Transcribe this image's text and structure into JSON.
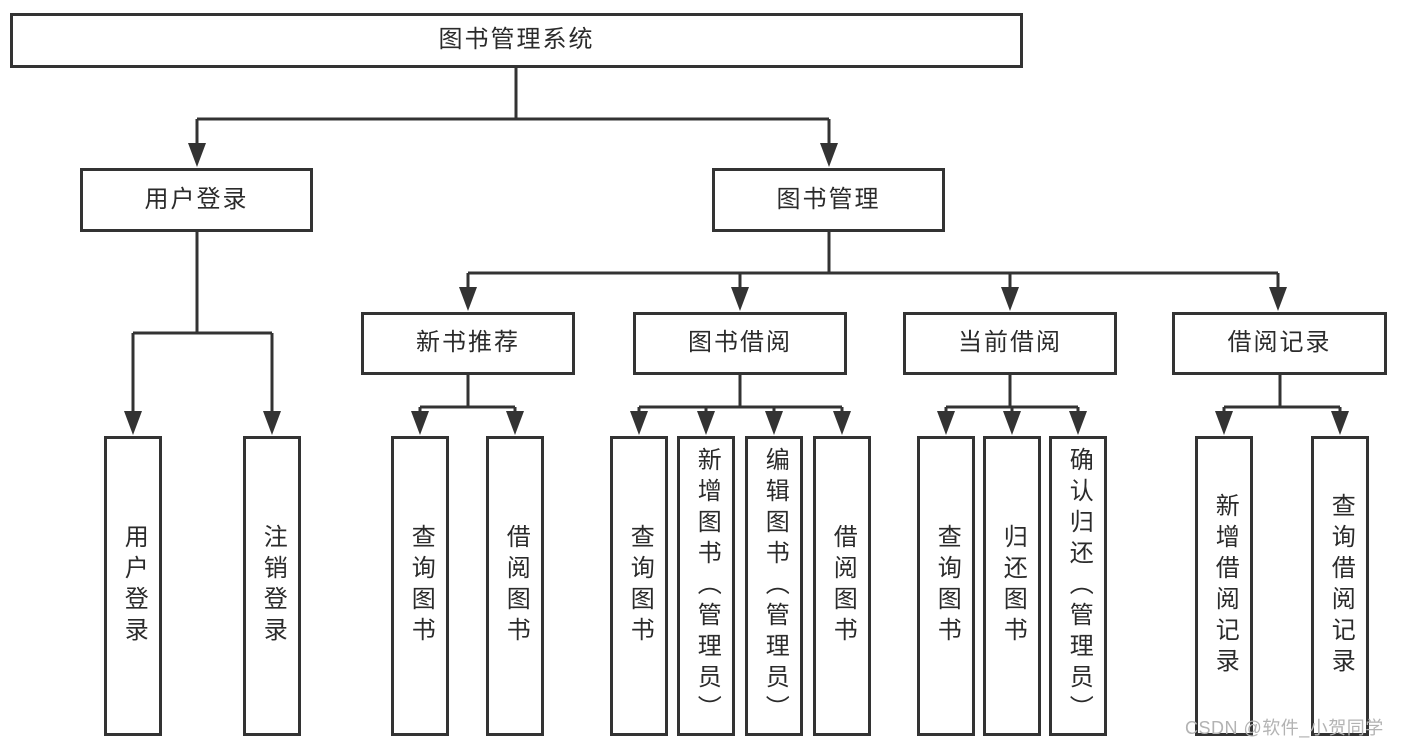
{
  "diagram_title": "图书管理系统",
  "colors": {
    "line": "#333333",
    "box_border": "#333333",
    "text": "#2b2b2b",
    "watermark": "#b3b3b3",
    "background": "#ffffff"
  },
  "nodes": {
    "root": {
      "label": "图书管理系统"
    },
    "l2": [
      {
        "label": "用户登录"
      },
      {
        "label": "图书管理"
      }
    ],
    "l3": [
      {
        "label": "新书推荐"
      },
      {
        "label": "图书借阅"
      },
      {
        "label": "当前借阅"
      },
      {
        "label": "借阅记录"
      }
    ],
    "leaves": [
      {
        "label": "用户登录"
      },
      {
        "label": "注销登录"
      },
      {
        "label": "查询图书"
      },
      {
        "label": "借阅图书"
      },
      {
        "label": "查询图书"
      },
      {
        "label": "新增图书（管理员）"
      },
      {
        "label": "编辑图书（管理员）"
      },
      {
        "label": "借阅图书"
      },
      {
        "label": "查询图书"
      },
      {
        "label": "归还图书"
      },
      {
        "label": "确认归还（管理员）"
      },
      {
        "label": "新增借阅记录"
      },
      {
        "label": "查询借阅记录"
      }
    ]
  },
  "watermark": {
    "text": "CSDN @软件_小贺同学"
  }
}
